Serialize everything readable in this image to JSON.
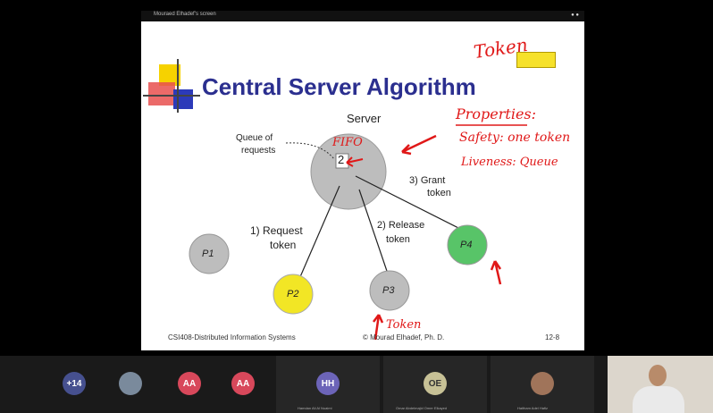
{
  "window": {
    "title": "Mouraed Elhadef’s screen"
  },
  "slide": {
    "title": "Central Server Algorithm",
    "server_label": "Server",
    "queue_label_1": "Queue of",
    "queue_label_2": "requests",
    "queue_item": "2",
    "grant_1": "3) Grant",
    "grant_2": "token",
    "request_1": "1)   Request",
    "request_2": "token",
    "release_1": "2) Release",
    "release_2": "token",
    "p1": "P1",
    "p2": "P2",
    "p3": "P3",
    "p4": "P4",
    "footer_left": "CSI408-Distributed Information Systems",
    "footer_center": "© Mourad Elhadef, Ph. D.",
    "footer_right": "12-8"
  },
  "annotations": {
    "token_top": "Token",
    "fifo": "FIFO",
    "properties": "Properties:",
    "safety": "Safety: one token",
    "liveness": "Liveness: Queue",
    "token_bottom": "Token"
  },
  "participants": {
    "more": "+14",
    "p1": {
      "initials": "AA"
    },
    "p2": {
      "initials": "AA"
    },
    "p3": {
      "initials": "HH",
      "name": "Hamdan Ali Al Nuaimi"
    },
    "p4": {
      "initials": "OE",
      "name": "Omar Abdelmajid Omer Elkayed"
    },
    "p5": {
      "name": "Haitham Adel Hafiz"
    }
  },
  "colors": {
    "title": "#2b2f8f",
    "annotation": "#e01818",
    "p2": "#f2e625",
    "p4": "#58c468",
    "node": "#bdbdbd"
  }
}
